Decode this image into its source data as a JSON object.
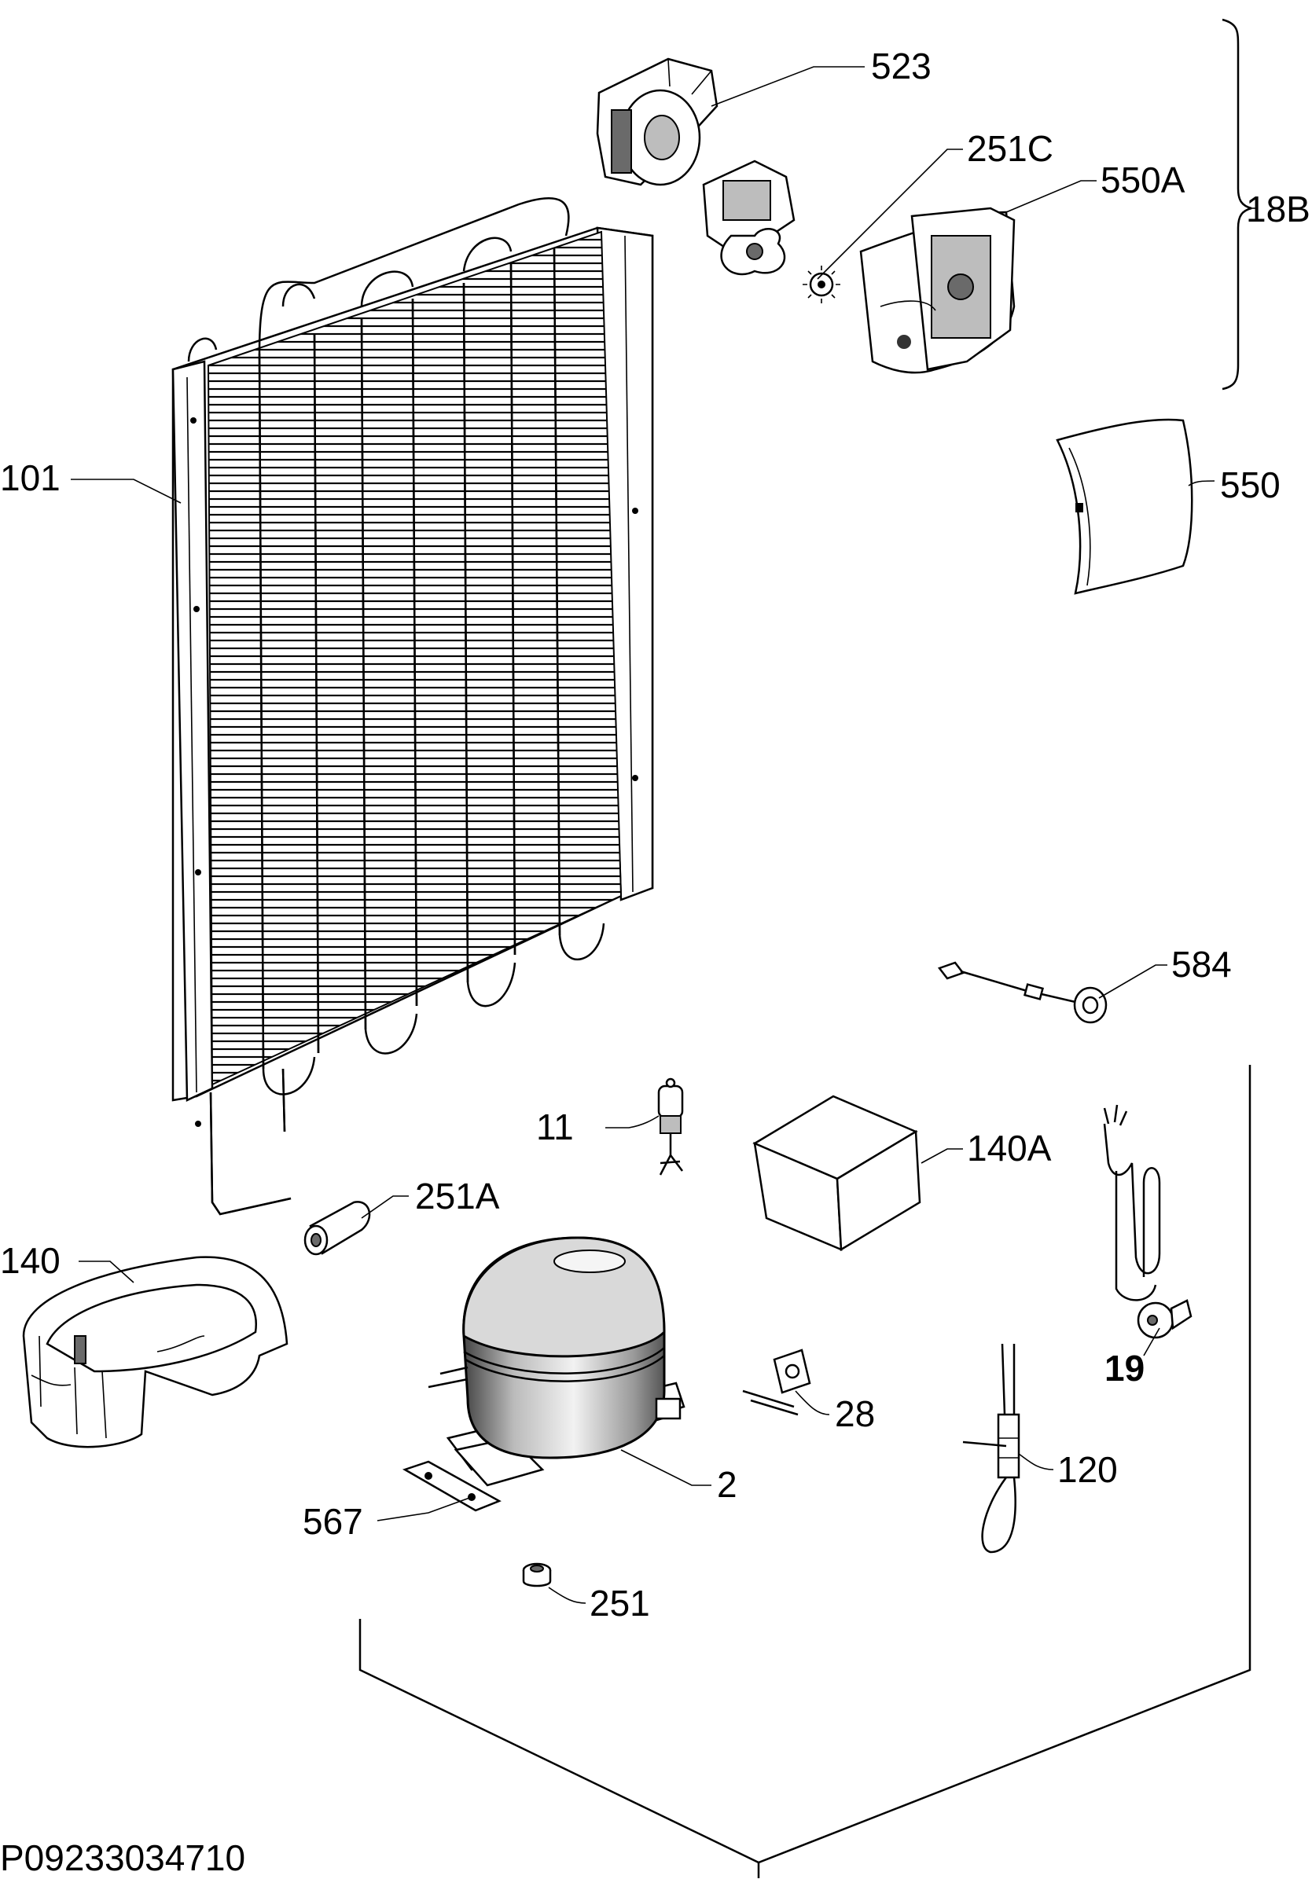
{
  "labels": {
    "p523": "523",
    "p251C": "251C",
    "p550A": "550A",
    "p18B": "18B",
    "p550": "550",
    "p101": "101",
    "p584": "584",
    "p11": "11",
    "p140A": "140A",
    "p251A": "251A",
    "p140": "140",
    "p19": "19",
    "p28": "28",
    "p2": "2",
    "p120": "120",
    "p567": "567",
    "p251": "251"
  },
  "footer": {
    "code": "P09233034710"
  }
}
